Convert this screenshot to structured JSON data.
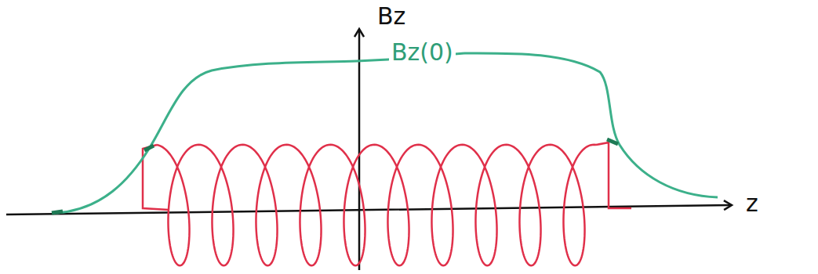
{
  "diagram": {
    "labels": [
      "Bz",
      "Bz(0)",
      "z"
    ]
  }
}
